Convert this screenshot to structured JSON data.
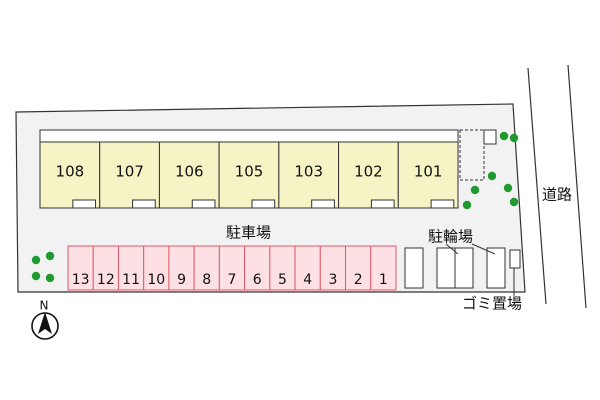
{
  "building": {
    "units": [
      "108",
      "107",
      "106",
      "105",
      "103",
      "102",
      "101"
    ],
    "fill": "#f6f4c4"
  },
  "parking": {
    "label": "駐車場",
    "spaces": [
      "13",
      "12",
      "11",
      "10",
      "9",
      "8",
      "7",
      "6",
      "5",
      "4",
      "3",
      "2",
      "1"
    ],
    "fill": "#fde0e4",
    "stroke": "#e05a6a"
  },
  "bicycle_parking": {
    "label": "駐輪場"
  },
  "garbage_area": {
    "label": "ゴミ置場"
  },
  "road": {
    "label": "道路"
  },
  "north": {
    "label": "N"
  },
  "colors": {
    "site": "#f2f2f2",
    "tree": "#1e9a2e",
    "outline": "#333333"
  }
}
